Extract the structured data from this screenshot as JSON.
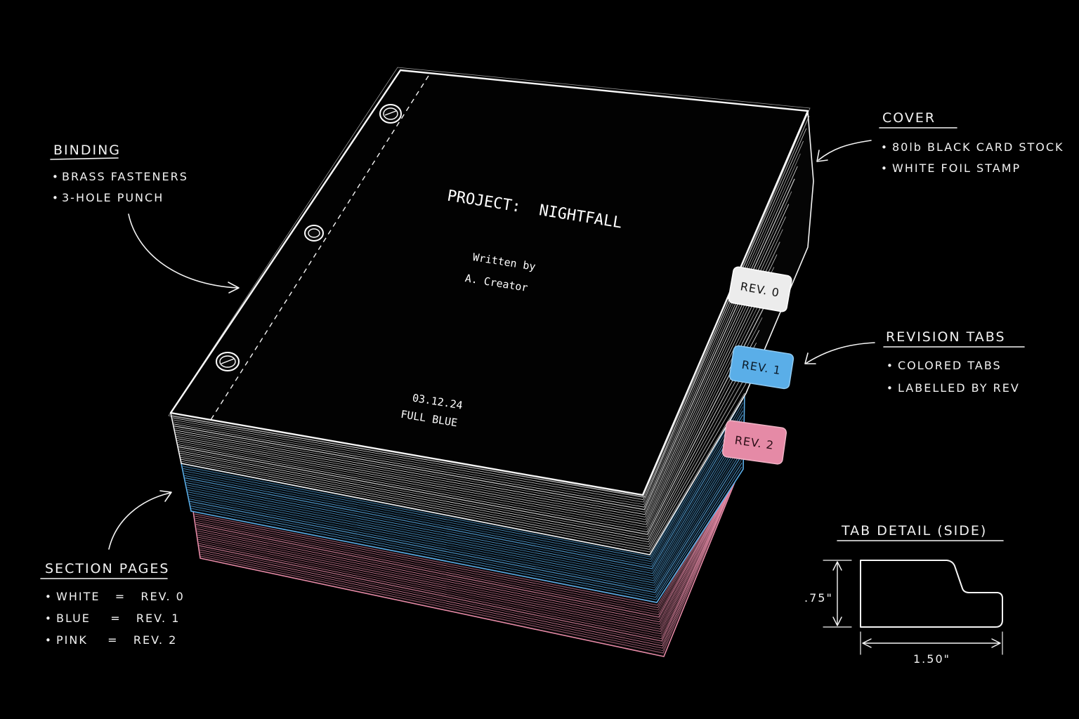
{
  "colors": {
    "background": "#000000",
    "ink": "#f5f5f5",
    "blue": "#5aaee8",
    "pink": "#e58aa6",
    "tab_white": "#ececec"
  },
  "cover": {
    "title": "PROJECT:  NIGHTFALL",
    "written_by": "Written by",
    "author": "A. Creator",
    "date": "03.12.24",
    "draft": "FULL BLUE"
  },
  "tabs": [
    {
      "label": "REV. 0",
      "color": "#ececec"
    },
    {
      "label": "REV. 1",
      "color": "#5aaee8"
    },
    {
      "label": "REV. 2",
      "color": "#e58aa6"
    }
  ],
  "callouts": {
    "binding": {
      "title": "BINDING",
      "items": [
        "BRASS FASTENERS",
        "3-HOLE PUNCH"
      ]
    },
    "cover": {
      "title": "COVER",
      "items": [
        "80lb BLACK CARD STOCK",
        "WHITE FOIL STAMP"
      ]
    },
    "revision_tabs": {
      "title": "REVISION TABS",
      "items": [
        "COLORED TABS",
        "LABELLED BY REV"
      ]
    },
    "section_pages": {
      "title": "SECTION PAGES",
      "items": [
        "WHITE   =   REV. 0",
        "BLUE    =   REV. 1",
        "PINK    =   REV. 2"
      ]
    },
    "tab_detail": {
      "title": "TAB DETAIL (SIDE)",
      "height": ".75\"",
      "width": "1.50\""
    }
  },
  "icons": [
    "brass-fastener-icon",
    "arrow-icon",
    "dimension-arrow-icon"
  ]
}
